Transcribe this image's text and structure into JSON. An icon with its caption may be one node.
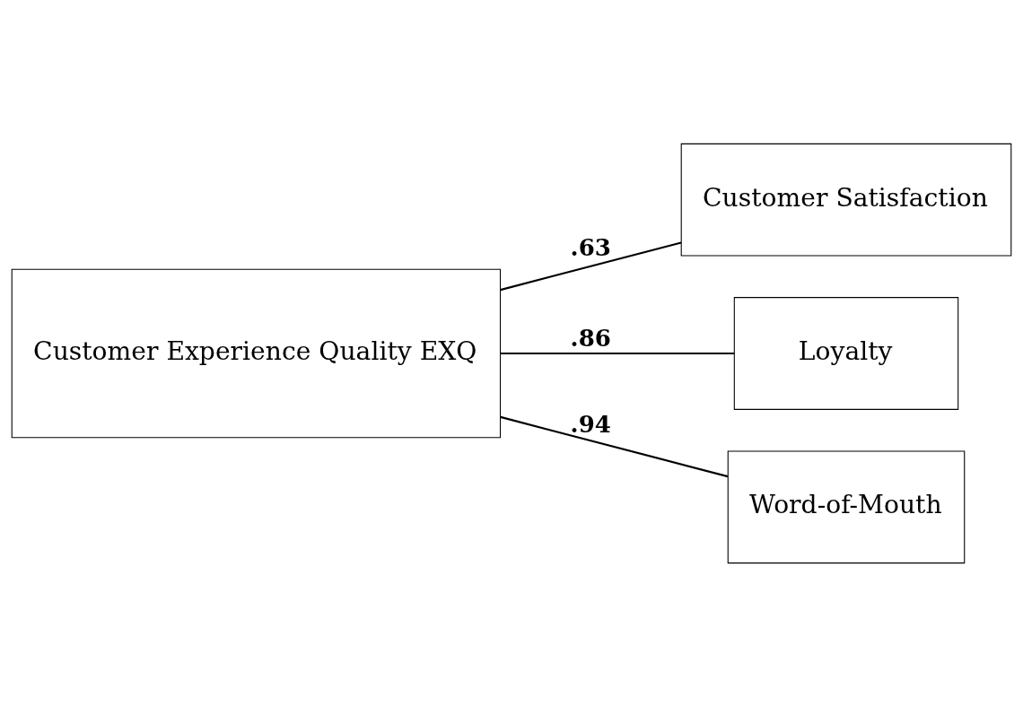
{
  "diagram": {
    "nodes": [
      {
        "text": [
          "Customer Experience Quality EXQ"
        ]
      },
      {
        "text": [
          "Customer Satisfaction"
        ]
      },
      {
        "text": [
          "Loyalty"
        ]
      },
      {
        "text": [
          "Word-of-Mouth"
        ]
      }
    ],
    "edges": [
      {
        "from": 0,
        "to": 1,
        "arrow": "none",
        "label": ".63"
      },
      {
        "from": 0,
        "to": 2,
        "arrow": "none",
        "label": ".86"
      },
      {
        "from": 0,
        "to": 3,
        "arrow": "none",
        "label": ".94"
      }
    ]
  }
}
